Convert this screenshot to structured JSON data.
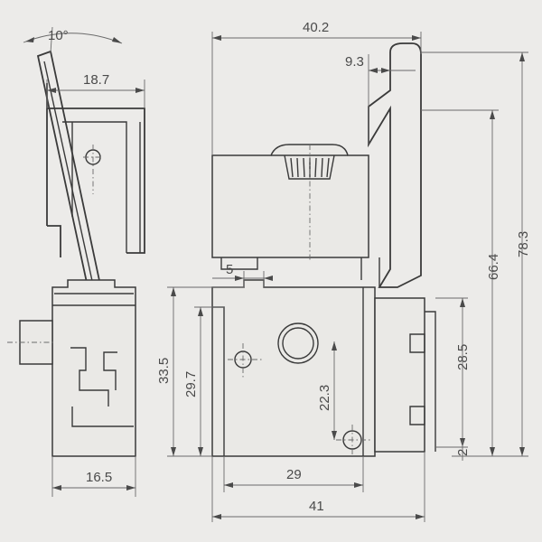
{
  "dimensions": {
    "angle_top": "10°",
    "side_width": "18.7",
    "front_width": "40.2",
    "trigger_offset": "9.3",
    "slot_offset": "5",
    "height_total": "78.3",
    "height_upper": "66.4",
    "terminal_span": "28.5",
    "body_height": "33.5",
    "body_height_inner": "29.7",
    "hole_height": "22.3",
    "bottom_step": "2",
    "side_base": "16.5",
    "base_inner": "29",
    "base_total": "41"
  }
}
